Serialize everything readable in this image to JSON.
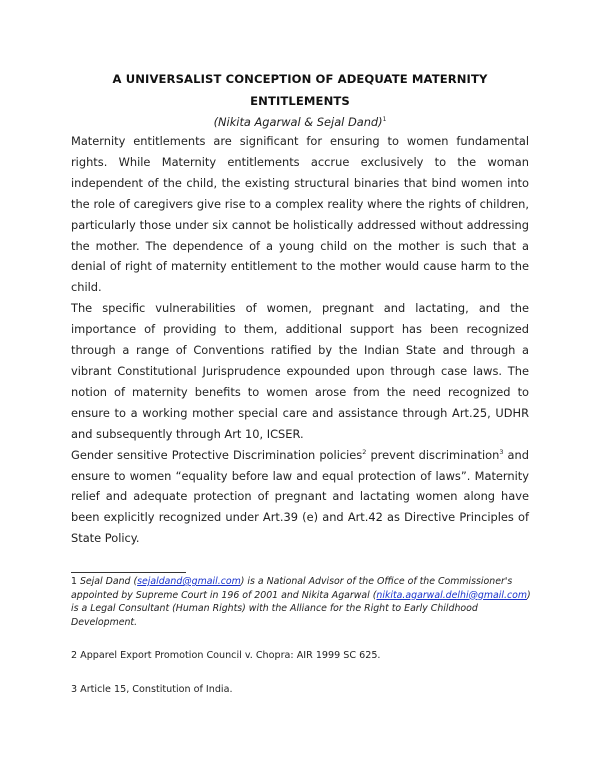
{
  "document": {
    "title_line1": "A UNIVERSALIST CONCEPTION OF ADEQUATE MATERNITY",
    "title_line2": "ENTITLEMENTS",
    "authors": "(Nikita Agarwal & Sejal Dand)",
    "authors_footnote_ref": "1",
    "paragraphs": [
      {
        "text": "Maternity entitlements are significant for ensuring to women fundamental rights. While Maternity entitlements accrue exclusively to the woman independent of the child, the existing structural binaries that bind women into the role of caregivers give rise to a complex reality where the rights of children, particularly those under six cannot be holistically addressed without addressing the mother. The dependence of a young child on the mother is such that a denial of right of maternity entitlement to the mother would cause harm to the child."
      },
      {
        "text": "The specific vulnerabilities of women, pregnant and lactating, and the importance of providing to them, additional support has been recognized through a range of Conventions ratified by the Indian State and through a vibrant Constitutional Jurisprudence expounded upon through case laws.  The notion of maternity benefits to women arose from the need recognized to ensure to a working mother special care and assistance through Art.25, UDHR and subsequently through Art 10, ICSER."
      },
      {
        "part1": "Gender sensitive Protective Discrimination policies",
        "ref1": "2",
        "part2": " prevent discrimination",
        "ref2": "3",
        "part3": " and ensure to women “equality before law and equal protection of laws”. Maternity relief and adequate protection of pregnant and lactating women along have been explicitly recognized under Art.39 (e) and Art.42 as Directive Principles of State Policy."
      }
    ],
    "footnotes": [
      {
        "number": "1",
        "seg1": " Sejal Dand (",
        "email1": "sejaldand@gmail.com",
        "seg2": ") is a National Advisor of the Office of the Commissioner's appointed by Supreme Court in 196 of 2001 and Nikita Agarwal (",
        "email2": "nikita.agarwal.delhi@gmail.com",
        "seg3": ") is a Legal Consultant (Human Rights) with the Alliance for the Right to Early Childhood Development."
      },
      {
        "number": "2",
        "text": " Apparel Export Promotion Council v. Chopra: AIR 1999 SC 625."
      },
      {
        "number": "3",
        "text": " Article 15, Constitution of India."
      }
    ]
  }
}
